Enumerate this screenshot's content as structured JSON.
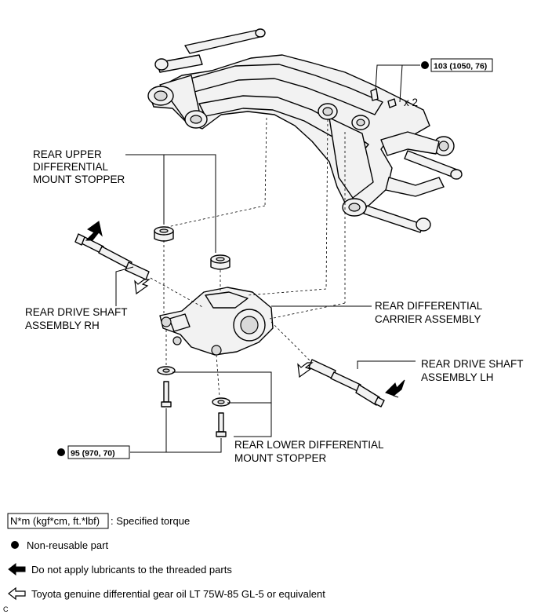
{
  "labels": {
    "rear_upper_diff_mount_stopper": [
      "REAR UPPER",
      "DIFFERENTIAL",
      "MOUNT STOPPER"
    ],
    "rear_drive_shaft_rh": [
      "REAR DRIVE SHAFT",
      "ASSEMBLY RH"
    ],
    "rear_diff_carrier": [
      "REAR DIFFERENTIAL",
      "CARRIER ASSEMBLY"
    ],
    "rear_drive_shaft_lh": [
      "REAR DRIVE SHAFT",
      "ASSEMBLY LH"
    ],
    "rear_lower_diff_mount_stopper": [
      "REAR LOWER DIFFERENTIAL",
      "MOUNT STOPPER"
    ]
  },
  "torques": {
    "upper_bolts": "103 (1050, 76)",
    "upper_qty": "x 2",
    "lower_bolts": "95 (970, 70)"
  },
  "legend": {
    "torque_box": "N*m (kgf*cm, ft.*lbf)",
    "torque_text": ": Specified torque",
    "non_reusable": "Non-reusable part",
    "no_lubricant": "Do not apply lubricants to the threaded parts",
    "gear_oil": "Toyota genuine differential gear oil LT 75W-85 GL-5 or equivalent"
  },
  "footer_letter": "C"
}
